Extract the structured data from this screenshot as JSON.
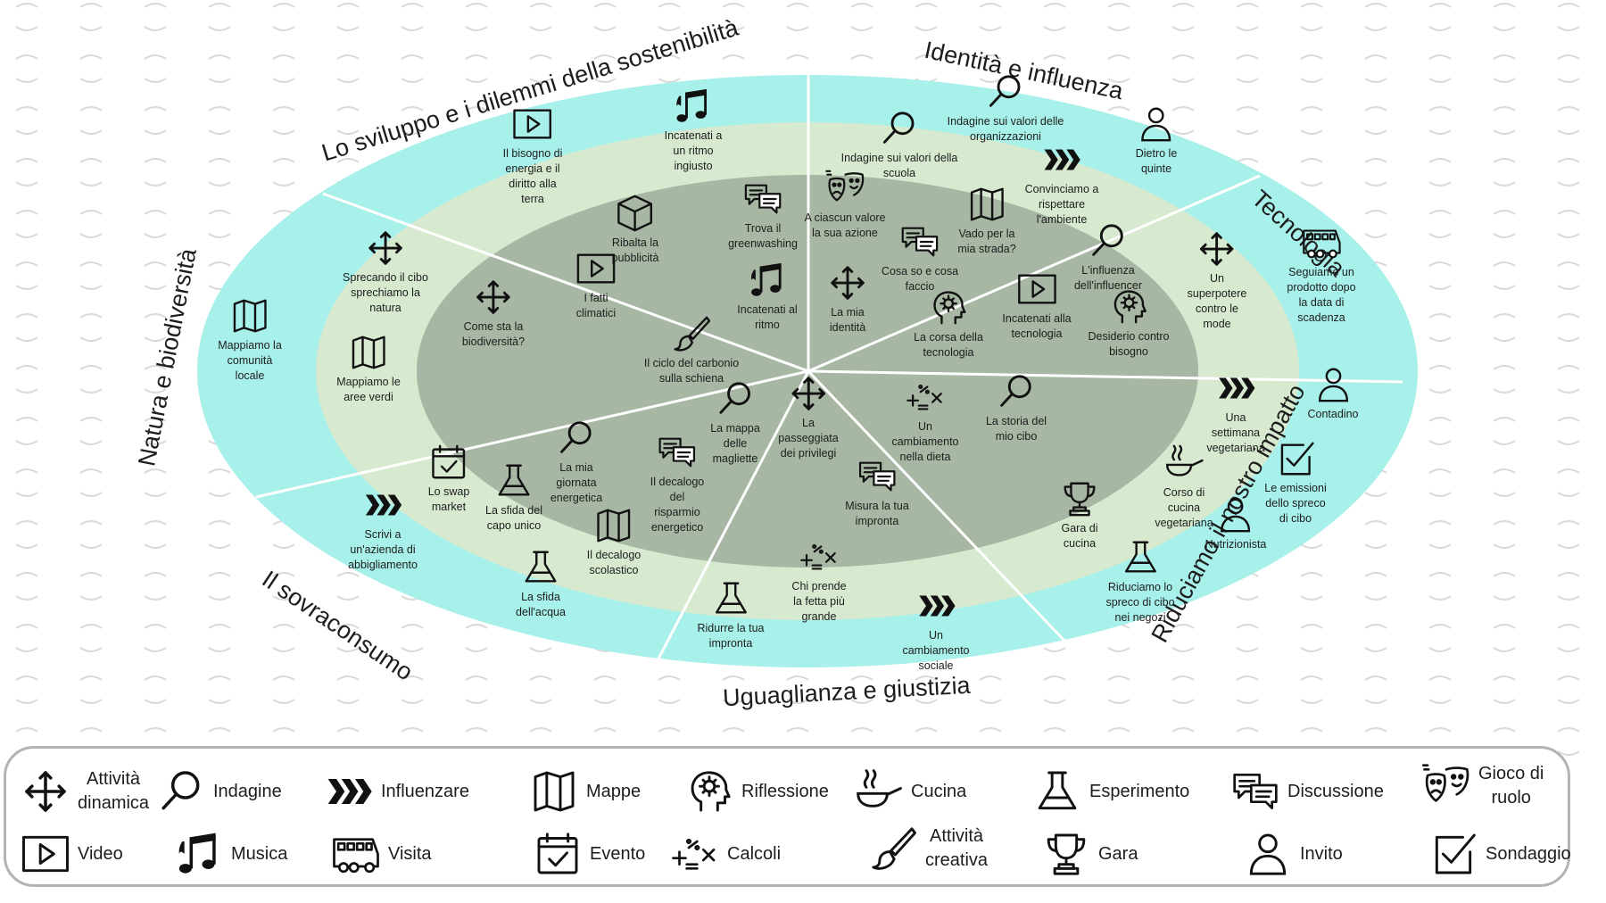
{
  "colors": {
    "outer_ring": "#a8f0ea",
    "middle_ring": "#d7e9cf",
    "inner_ring": "#a7b7a3",
    "spoke": "#ffffff",
    "legend_border": "#b3b3b3",
    "text": "#1d1d1d"
  },
  "sectors": {
    "sviluppo": "Lo sviluppo e i dilemmi della sostenibilità",
    "identita": "Identità e influenza",
    "tecnologia": "Tecnologia",
    "impatto": "Riduciamo il nostro impatto",
    "uguaglianza": "Uguaglianza e giustizia",
    "sovraconsumo": "Il sovraconsumo",
    "natura": "Natura e biodiversità"
  },
  "activities": [
    {
      "icon": "video-icon",
      "label": "Il bisogno di\nenergia e il\ndiritto alla\nterra"
    },
    {
      "icon": "music-icon",
      "label": "Incatenati a\nun ritmo\ningiusto"
    },
    {
      "icon": "box-icon",
      "label": "Ribalta la\npubblicità"
    },
    {
      "icon": "discussion-icon",
      "label": "Trova il\ngreenwashing"
    },
    {
      "icon": "music-icon",
      "label": "Incatenati al\nritmo"
    },
    {
      "icon": "move-icon",
      "label": "Sprecando il cibo\nsprechiamo la\nnatura"
    },
    {
      "icon": "move-icon",
      "label": "Come sta la\nbiodiversità?"
    },
    {
      "icon": "video-icon",
      "label": "I fatti\nclimatici"
    },
    {
      "icon": "brush-icon",
      "label": "Il ciclo del carbonio\nsulla schiena"
    },
    {
      "icon": "map-icon",
      "label": "Mappiamo la\ncomunità\nlocale"
    },
    {
      "icon": "map-icon",
      "label": "Mappiamo le\naree verdi"
    },
    {
      "icon": "magnifier-icon",
      "label": "Indagine sui valori delle\norganizzazioni"
    },
    {
      "icon": "magnifier-icon",
      "label": "Indagine sui valori della\nscuola"
    },
    {
      "icon": "person-icon",
      "label": "Dietro le\nquinte"
    },
    {
      "icon": "chevrons-icon",
      "label": "Convinciamo a\nrispettare\nl'ambiente"
    },
    {
      "icon": "masks-icon",
      "label": "A ciascun valore\nla sua azione"
    },
    {
      "icon": "map-icon",
      "label": "Vado per la\nmia strada?"
    },
    {
      "icon": "discussion-icon",
      "label": "Cosa so e cosa\nfaccio"
    },
    {
      "icon": "move-icon",
      "label": "La mia\nidentità"
    },
    {
      "icon": "magnifier-icon",
      "label": "L'influenza\ndell'influencer"
    },
    {
      "icon": "video-icon",
      "label": "Incatenati alla\ntecnologia"
    },
    {
      "icon": "head-gear-icon",
      "label": "La corsa della\ntecnologia"
    },
    {
      "icon": "head-gear-icon",
      "label": "Desiderio contro\nbisogno"
    },
    {
      "icon": "move-icon",
      "label": "Un\nsuperpotere\ncontro le\nmode"
    },
    {
      "icon": "bus-icon",
      "label": "Seguiamo un\nprodotto dopo\nla data di\nscadenza"
    },
    {
      "icon": "chevrons-icon",
      "label": "Una\nsettimana\nvegetariana"
    },
    {
      "icon": "person-icon",
      "label": "Contadino"
    },
    {
      "icon": "pan-icon",
      "label": "Corso di\ncucina\nvegetariana"
    },
    {
      "icon": "checkbox-icon",
      "label": "Le emissioni\ndello spreco\ndi cibo"
    },
    {
      "icon": "person-icon",
      "label": "Nutrizionista"
    },
    {
      "icon": "trophy-icon",
      "label": "Gara di\ncucina"
    },
    {
      "icon": "flask-icon",
      "label": "Riduciamo lo\nspreco di cibo\nnei negozi"
    },
    {
      "icon": "calc-icon",
      "label": "Un\ncambiamento\nnella dieta"
    },
    {
      "icon": "magnifier-icon",
      "label": "La storia del\nmio cibo"
    },
    {
      "icon": "move-icon",
      "label": "La\npasseggiata\ndei privilegi"
    },
    {
      "icon": "magnifier-icon",
      "label": "La mappa\ndelle\nmagliette"
    },
    {
      "icon": "discussion-icon",
      "label": "Misura la tua\nimpronta"
    },
    {
      "icon": "calc-icon",
      "label": "Chi prende\nla fetta più\ngrande"
    },
    {
      "icon": "flask-icon",
      "label": "Ridurre la tua\nimpronta"
    },
    {
      "icon": "chevrons-icon",
      "label": "Un\ncambiamento\nsociale"
    },
    {
      "icon": "discussion-icon",
      "label": "Il decalogo\ndel\nrisparmio\nenergetico"
    },
    {
      "icon": "magnifier-icon",
      "label": "La mia\ngiornata\nenergetica"
    },
    {
      "icon": "calendar-icon",
      "label": "Lo swap\nmarket"
    },
    {
      "icon": "flask-icon",
      "label": "La sfida del\ncapo unico"
    },
    {
      "icon": "map-icon",
      "label": "Il decalogo\nscolastico"
    },
    {
      "icon": "flask-icon",
      "label": "La sfida\ndell'acqua"
    },
    {
      "icon": "chevrons-icon",
      "label": "Scrivi a\nun'azienda di\nabbigliamento"
    }
  ],
  "legend": [
    {
      "icon": "move-icon",
      "label": "Attività\ndinamica"
    },
    {
      "icon": "magnifier-icon",
      "label": "Indagine"
    },
    {
      "icon": "chevrons-icon",
      "label": "Influenzare"
    },
    {
      "icon": "map-icon",
      "label": "Mappe"
    },
    {
      "icon": "head-gear-icon",
      "label": "Riflessione"
    },
    {
      "icon": "pan-icon",
      "label": "Cucina"
    },
    {
      "icon": "flask-icon",
      "label": "Esperimento"
    },
    {
      "icon": "discussion-icon",
      "label": "Discussione"
    },
    {
      "icon": "masks-icon",
      "label": "Gioco di\nruolo"
    },
    {
      "icon": "video-icon",
      "label": "Video"
    },
    {
      "icon": "music-icon",
      "label": "Musica"
    },
    {
      "icon": "bus-icon",
      "label": "Visita"
    },
    {
      "icon": "calendar-icon",
      "label": "Evento"
    },
    {
      "icon": "calc-icon",
      "label": "Calcoli"
    },
    {
      "icon": "brush-icon",
      "label": "Attività\ncreativa"
    },
    {
      "icon": "trophy-icon",
      "label": "Gara"
    },
    {
      "icon": "person-icon",
      "label": "Invito"
    },
    {
      "icon": "checkbox-icon",
      "label": "Sondaggio"
    }
  ]
}
